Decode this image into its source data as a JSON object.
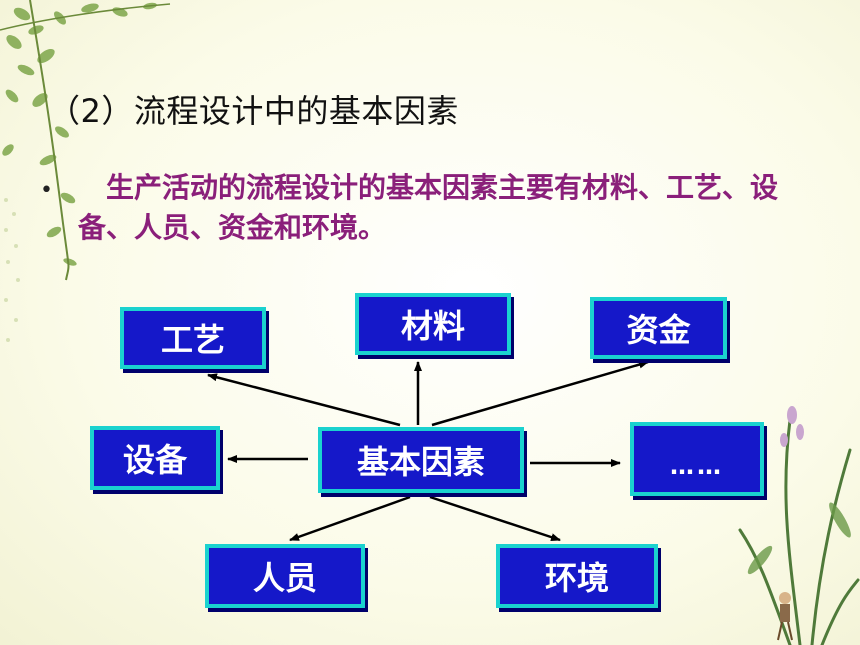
{
  "title": "（2）流程设计中的基本因素",
  "bullet": {
    "marker": "•",
    "text": "生产活动的流程设计的基本因素主要有材料、工艺、设备、人员、资金和环境。"
  },
  "diagram": {
    "center": "基本因素",
    "nodes": {
      "craft": "工艺",
      "material": "材料",
      "fund": "资金",
      "equipment": "设备",
      "more": "……",
      "personnel": "人员",
      "environment": "环境"
    }
  },
  "colors": {
    "node_fill": "#1518c9",
    "node_border": "#1ad2cf",
    "node_text": "#ffffff",
    "bullet_text": "#8a1f7a",
    "arrow": "#000000"
  }
}
